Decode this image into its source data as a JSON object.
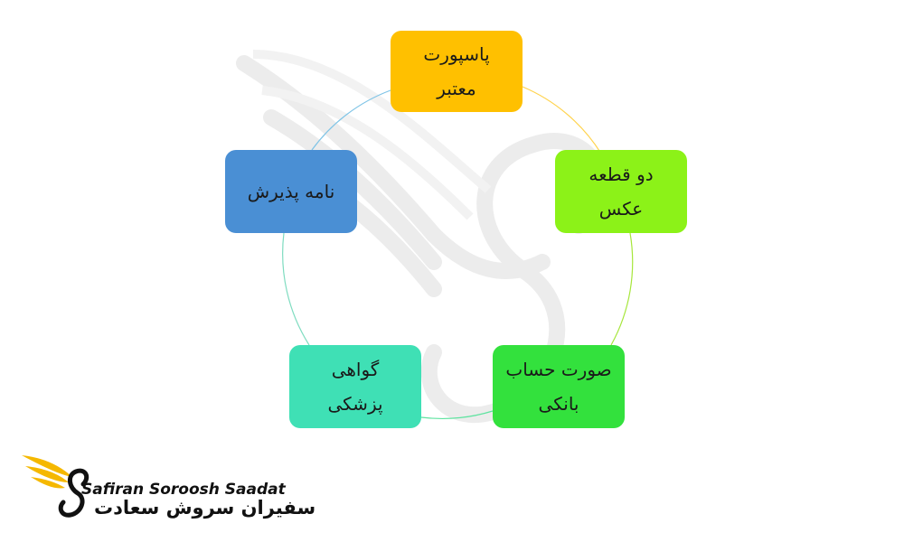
{
  "diagram": {
    "nodes": [
      {
        "id": "passport",
        "label": "پاسپورت\nمعتبر",
        "color": "#FFC000"
      },
      {
        "id": "photos",
        "label": "دو قطعه\nعکس",
        "color": "#8CF218"
      },
      {
        "id": "bank",
        "label": "صورت حساب\nبانکی",
        "color": "#33E13D"
      },
      {
        "id": "medical",
        "label": "گواهی\nپزشکی",
        "color": "#3FE0B5"
      },
      {
        "id": "letter",
        "label": "نامه پذیرش",
        "color": "#4A8FD4"
      }
    ],
    "ring_colors": [
      "#FFD34D",
      "#A6E63B",
      "#5FE3A0",
      "#7FC4E6"
    ]
  },
  "brand": {
    "name_en": "Safiran Soroosh Saadat",
    "name_fa": "سفیران سروش سعادت",
    "wing_color": "#F5B800",
    "watermark_icon": "swan-icon",
    "logo_icon": "swan-logo-icon"
  }
}
